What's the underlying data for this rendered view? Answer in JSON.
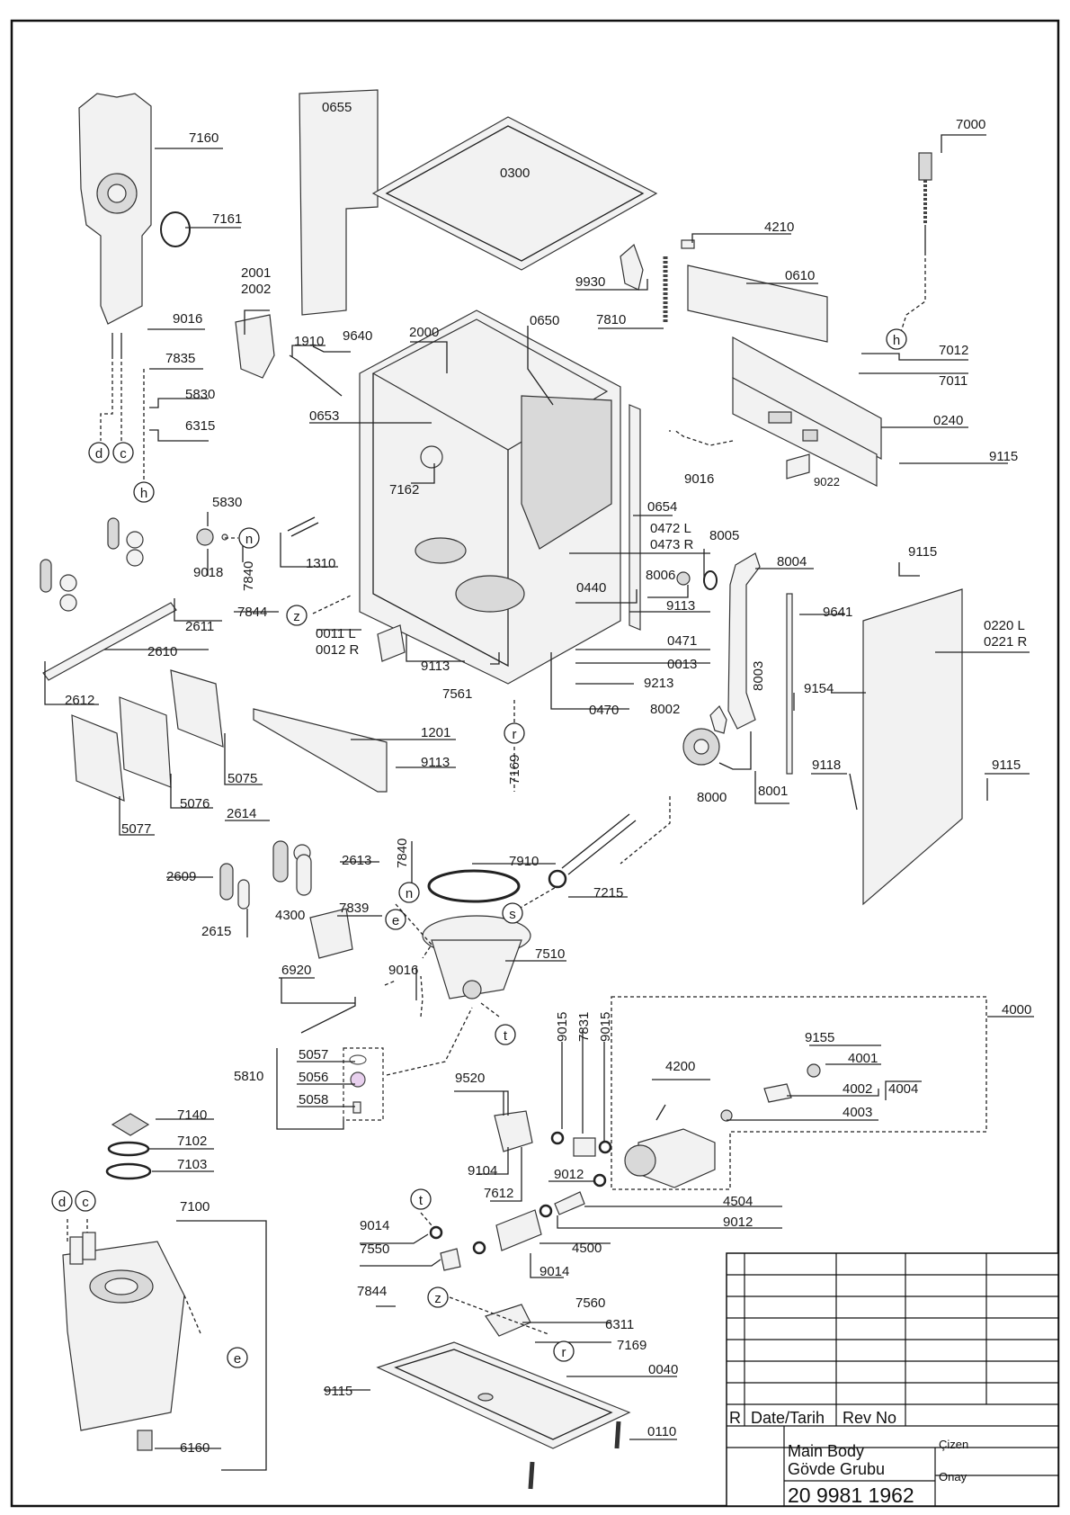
{
  "drawing": {
    "title_block": {
      "rev_marker": "R",
      "date_label": "Date/Tarih",
      "rev_label": "Rev No",
      "name_en": "Main Body",
      "name_tr": "Gövde Grubu",
      "drawing_number": "20 9981 1962",
      "drawn_label": "Çizen",
      "approved_label": "Onay"
    },
    "labels": {
      "p7160": "7160",
      "p7161": "7161",
      "p9016a": "9016",
      "p7835": "7835",
      "p5830a": "5830",
      "p6315": "6315",
      "p0655": "0655",
      "p0300": "0300",
      "p2001": "2001",
      "p2002": "2002",
      "p1910": "1910",
      "p9640": "9640",
      "p2000": "2000",
      "p0650": "0650",
      "p0653": "0653",
      "p7162": "7162",
      "p0654": "0654",
      "p9930": "9930",
      "p7810": "7810",
      "p4210": "4210",
      "p0610": "0610",
      "p7000": "7000",
      "p7012": "7012",
      "p7011": "7011",
      "p0240": "0240",
      "p9016b": "9016",
      "p9022": "9022",
      "p9115a": "9115",
      "p0472": "0472 L",
      "p0473": "0473 R",
      "p8005": "8005",
      "p8004": "8004",
      "p8006": "8006",
      "p0440": "0440",
      "p9113a": "9113",
      "p0471": "0471",
      "p0013": "0013",
      "p9213": "9213",
      "p0470": "0470",
      "p5830b": "5830",
      "p9018": "9018",
      "p7840a": "7840",
      "p1310": "1310",
      "p7844a": "7844",
      "p0011": "0011 L",
      "p0012": "0012 R",
      "p9113b": "9113",
      "p7561": "7561",
      "p7169a": "7169",
      "p2611": "2611",
      "p2610": "2610",
      "p2612": "2612",
      "p1201": "1201",
      "p9113c": "9113",
      "p5075": "5075",
      "p5076": "5076",
      "p5077": "5077",
      "p9115b": "9115",
      "p9641": "9641",
      "p0220": "0220 L",
      "p0221": "0221 R",
      "p9154": "9154",
      "p8003": "8003",
      "p8002": "8002",
      "p8000": "8000",
      "p8001": "8001",
      "p9118": "9118",
      "p9115c": "9115",
      "p2614": "2614",
      "p2613": "2613",
      "p2609": "2609",
      "p2615": "2615",
      "p7840b": "7840",
      "p7910": "7910",
      "p7215": "7215",
      "p4300": "4300",
      "p7839": "7839",
      "p7510": "7510",
      "p6920": "6920",
      "p9016c": "9016",
      "p5810": "5810",
      "p5057": "5057",
      "p5056": "5056",
      "p5058": "5058",
      "p4000": "4000",
      "p9155": "9155",
      "p4001": "4001",
      "p4002": "4002",
      "p4003": "4003",
      "p4004": "4004",
      "p4200": "4200",
      "p9015a": "9015",
      "p7831": "7831",
      "p9015b": "9015",
      "p9520": "9520",
      "p9104": "9104",
      "p7612": "7612",
      "p9012a": "9012",
      "p4504": "4504",
      "p9012b": "9012",
      "p4500": "4500",
      "p9014a": "9014",
      "p7550": "7550",
      "p9014b": "9014",
      "p7140": "7140",
      "p7102": "7102",
      "p7103": "7103",
      "p7100": "7100",
      "p6160": "6160",
      "p7844b": "7844",
      "p7560": "7560",
      "p6311": "6311",
      "p7169b": "7169",
      "p0040": "0040",
      "p9115d": "9115",
      "p0110": "0110"
    },
    "callouts": {
      "d": "d",
      "c": "c",
      "h": "h",
      "n": "n",
      "z": "z",
      "r": "r",
      "s": "s",
      "e": "e",
      "t": "t"
    }
  }
}
